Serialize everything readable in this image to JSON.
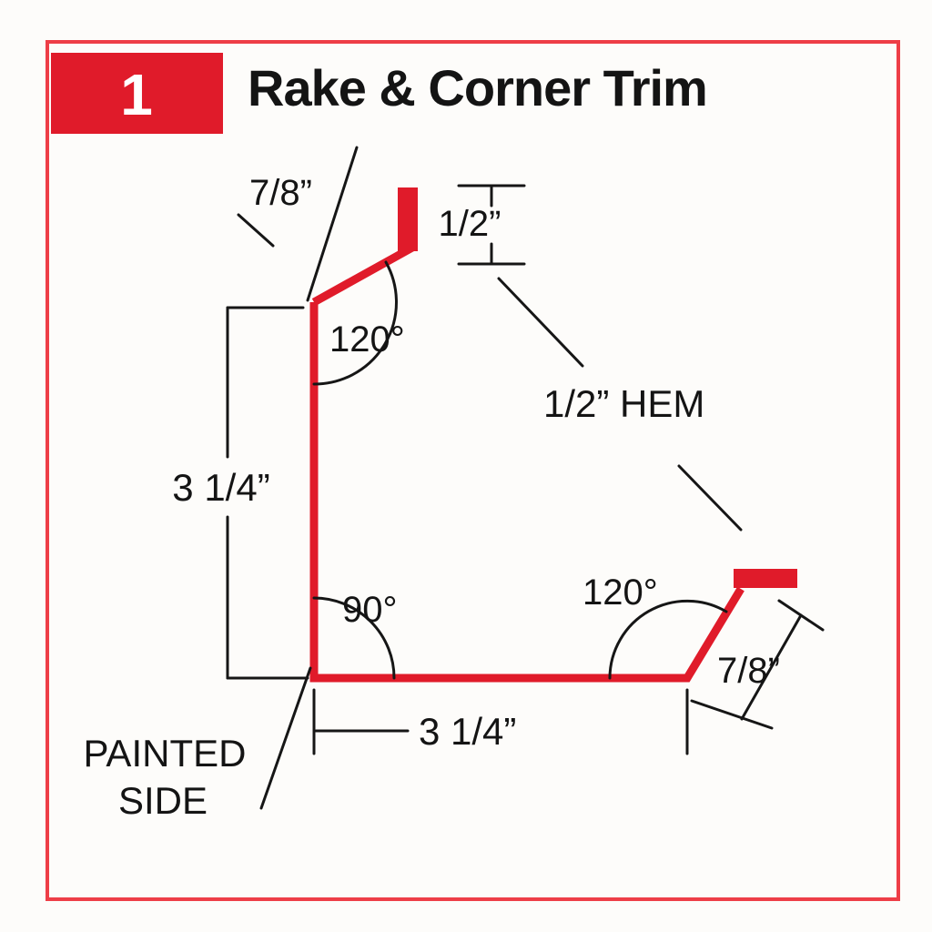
{
  "colors": {
    "red": "#e01b2a",
    "frame_red": "#ee3e47",
    "ink": "#161616"
  },
  "header": {
    "badge_number": "1",
    "title": "Rake & Corner Trim"
  },
  "dimensions": {
    "top_leg": "7/8”",
    "top_hem": "1/2”",
    "top_angle": "120°",
    "left_height": "3 1/4”",
    "hem_note": "1/2” HEM",
    "bottom_left_angle": "90°",
    "bottom_right_angle": "120°",
    "right_leg": "7/8”",
    "bottom_width": "3 1/4”"
  },
  "notes": {
    "painted_line1": "PAINTED",
    "painted_line2": "SIDE"
  }
}
